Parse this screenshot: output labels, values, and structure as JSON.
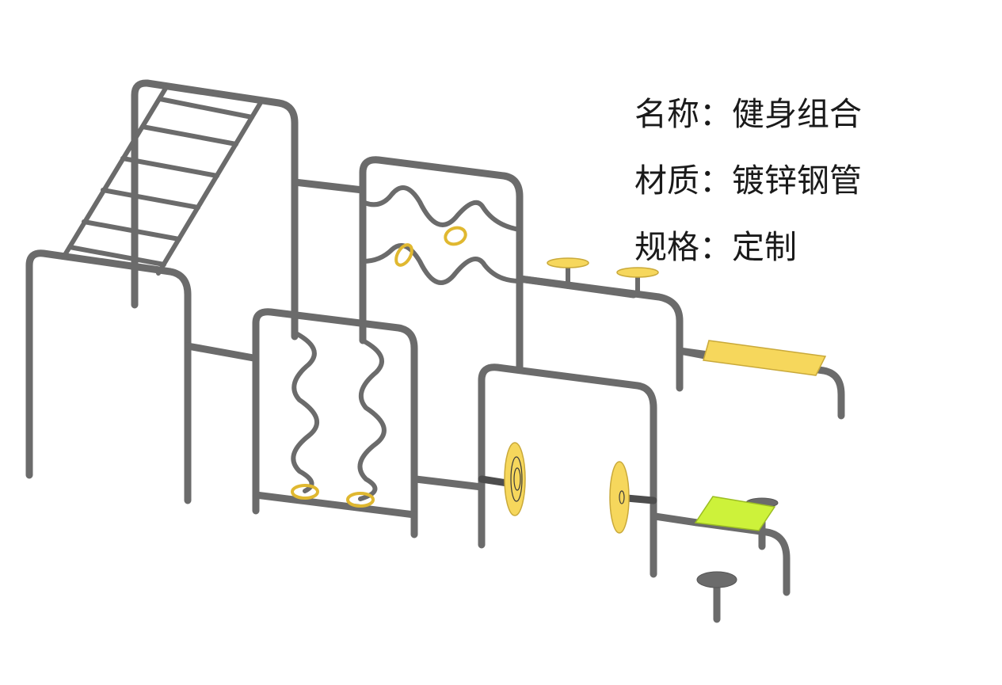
{
  "info": {
    "lines": [
      {
        "label": "名称：",
        "value": "健身组合"
      },
      {
        "label": "材质：",
        "value": "镀锌钢管"
      },
      {
        "label": "规格：",
        "value": "定制"
      }
    ]
  },
  "colors": {
    "pipe": "#6b6b6b",
    "accent_yellow": "#f6d75c",
    "accent_lime": "#cdf23a",
    "background": "#ffffff"
  }
}
